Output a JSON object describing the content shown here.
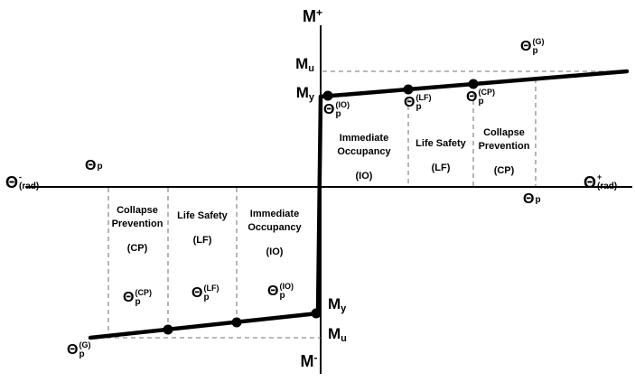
{
  "colors": {
    "stroke": "#000000",
    "dashed": "#8f8f8f",
    "background": "#ffffff"
  },
  "axis_labels": {
    "moment_top": {
      "base": "M",
      "sup": "+"
    },
    "moment_bottom": {
      "base": "M",
      "sup": "-"
    },
    "rotation_left": {
      "base": "Θ",
      "sup": "-",
      "sub": "(rad)"
    },
    "rotation_right": {
      "base": "Θ",
      "sup": "+",
      "sub": "(rad)"
    }
  },
  "moment_labels": {
    "mu_positive": {
      "base": "M",
      "sub": "u"
    },
    "my_positive": {
      "base": "M",
      "sub": "y"
    },
    "my_negative": {
      "base": "M",
      "sub": "y"
    },
    "mu_negative": {
      "base": "M",
      "sub": "u"
    }
  },
  "rotation_labels": {
    "theta_p_left": {
      "base": "Θ",
      "sub": "p"
    },
    "theta_p_right": {
      "base": "Θ",
      "sub": "p"
    },
    "io_positive": {
      "base": "Θ",
      "sub": "p",
      "sup": "(IO)"
    },
    "lf_positive": {
      "base": "Θ",
      "sub": "p",
      "sup": "(LF)"
    },
    "cp_positive": {
      "base": "Θ",
      "sub": "p",
      "sup": "(CP)"
    },
    "g_positive": {
      "base": "Θ",
      "sub": "p",
      "sup": "(G)"
    },
    "io_negative": {
      "base": "Θ",
      "sub": "p",
      "sup": "(IO)"
    },
    "lf_negative": {
      "base": "Θ",
      "sub": "p",
      "sup": "(LF)"
    },
    "cp_negative": {
      "base": "Θ",
      "sub": "p",
      "sup": "(CP)"
    },
    "g_negative": {
      "base": "Θ",
      "sub": "p",
      "sup": "(G)"
    }
  },
  "regions": {
    "positive": [
      {
        "lines": [
          "Immediate",
          "Occupancy"
        ],
        "code": "(IO)"
      },
      {
        "lines": [
          "Life Safety"
        ],
        "code": "(LF)"
      },
      {
        "lines": [
          "Collapse",
          "Prevention"
        ],
        "code": "(CP)"
      }
    ],
    "negative": [
      {
        "lines": [
          "Collapse",
          "Prevention"
        ],
        "code": "(CP)"
      },
      {
        "lines": [
          "Life Safety"
        ],
        "code": "(LF)"
      },
      {
        "lines": [
          "Immediate",
          "Occupancy"
        ],
        "code": "(IO)"
      }
    ]
  }
}
